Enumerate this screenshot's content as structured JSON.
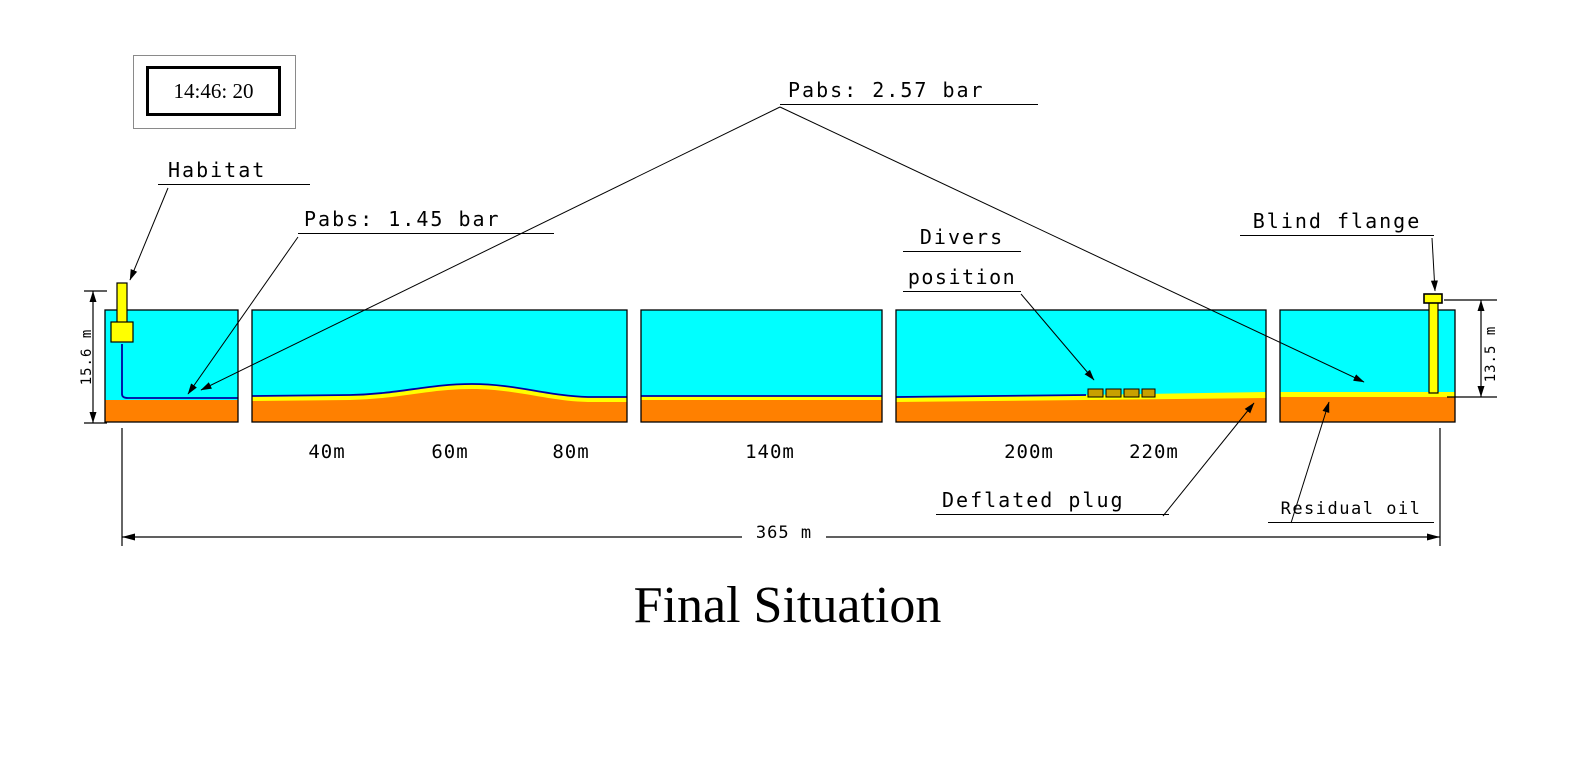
{
  "timestamp": {
    "value": "14:46: 20"
  },
  "title": "Final Situation",
  "annotations": {
    "habitat": "Habitat",
    "pabs_habitat": "Pabs: 1.45 bar",
    "pabs_pipeline": "Pabs: 2.57 bar",
    "divers_line1": "Divers",
    "divers_line2": "position",
    "blind_flange": "Blind flange",
    "deflated_plug": "Deflated plug",
    "residual_oil": "Residual oil"
  },
  "dimensions": {
    "left_depth": "15.6 m",
    "right_depth": "13.5 m",
    "total_length": "365 m",
    "distance_marks": [
      "40m",
      "60m",
      "80m",
      "140m",
      "200m",
      "220m"
    ]
  },
  "colors": {
    "water": "#00ffff",
    "seabed_oil": "#ff8000",
    "oil_layer": "#ffff00",
    "hose": "#0000a0",
    "equipment": "#c8a000",
    "line": "#000000"
  }
}
